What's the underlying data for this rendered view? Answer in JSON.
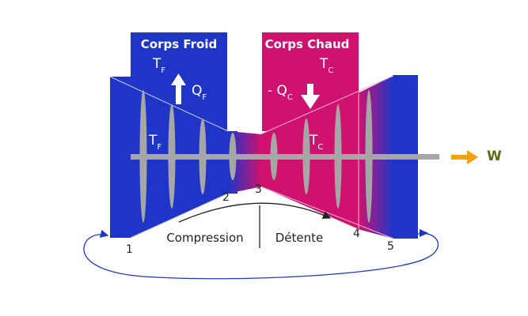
{
  "cold_body": {
    "label": "Corps Froid",
    "temp_symbol": "T",
    "temp_sub": "F",
    "heat_symbol": "Q",
    "heat_sub": "F"
  },
  "hot_body": {
    "label": "Corps Chaud",
    "temp_symbol": "T",
    "temp_sub": "C",
    "heat_prefix": "- Q",
    "heat_sub": "C"
  },
  "compressor": {
    "temp_symbol": "T",
    "temp_sub": "F"
  },
  "turbine": {
    "temp_symbol": "T",
    "temp_sub": "C"
  },
  "shaft_output": "W",
  "states": [
    "1",
    "2",
    "3",
    "4",
    "5"
  ],
  "phases": {
    "compression": "Compression",
    "expansion": "Détente"
  },
  "colors": {
    "cold": "#1f35c8",
    "hot": "#d0126e",
    "shaft": "#a6a6a6",
    "work_arrow": "#f5a00f",
    "loop": "#1f35c8"
  }
}
